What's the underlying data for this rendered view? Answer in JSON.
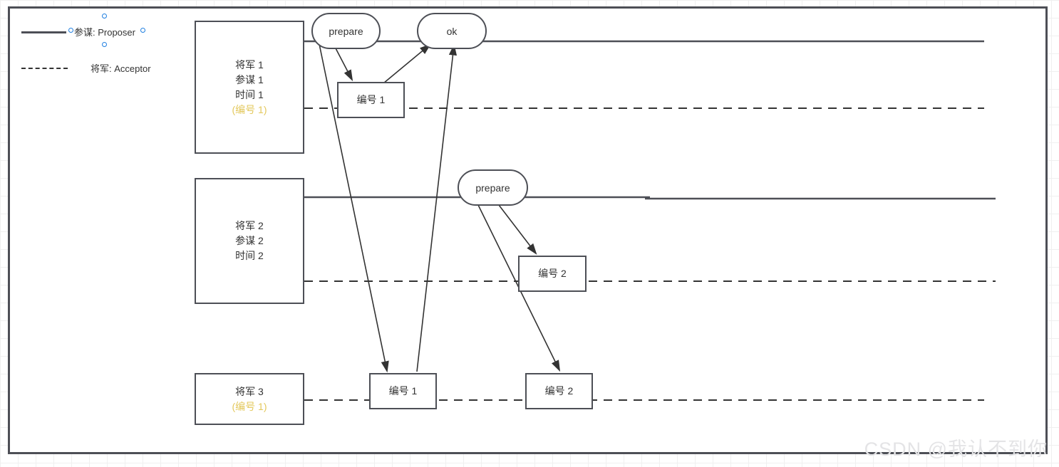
{
  "diagram": {
    "title": "Paxos sequence diagram",
    "colors": {
      "stroke": "#4d4f56",
      "text": "#333333",
      "highlight": "#e3c85c",
      "handle": "#1f7fe0",
      "watermark": "#e4e4e6",
      "grid": "#f0f0f0"
    }
  },
  "legend": {
    "proposer": {
      "label": "参谋: Proposer",
      "line_style": "solid"
    },
    "acceptor": {
      "label": "将军: Acceptor",
      "line_style": "dashed"
    }
  },
  "boxes": {
    "general1": {
      "lines": [
        "将军 1",
        "参谋 1",
        "时间 1"
      ],
      "highlight_line": "(编号 1)"
    },
    "general2": {
      "lines": [
        "将军 2",
        "参谋 2",
        "时间 2"
      ],
      "highlight_line": ""
    },
    "general3": {
      "lines": [
        "将军 3"
      ],
      "highlight_line": "(编号 1)"
    },
    "num1_top": {
      "label": "编号 1"
    },
    "num2_mid": {
      "label": "编号 2"
    },
    "num1_bottom": {
      "label": "编号 1"
    },
    "num2_bottom": {
      "label": "编号 2"
    }
  },
  "messages": {
    "prepare1": {
      "label": "prepare"
    },
    "ok1": {
      "label": "ok"
    },
    "prepare2": {
      "label": "prepare"
    }
  },
  "watermark": {
    "text": "CSDN @我认不到你"
  }
}
